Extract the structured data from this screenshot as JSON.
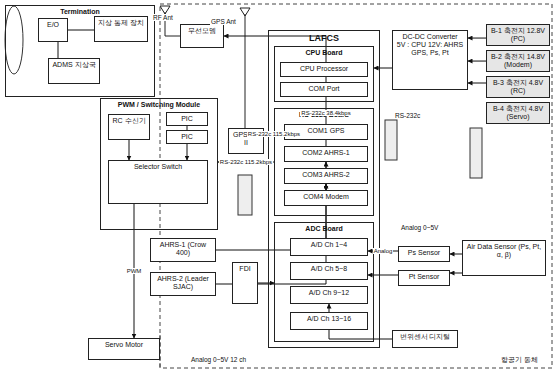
{
  "diagram": {
    "nodes": [
      {
        "text": [
          "Termination"
        ]
      },
      {
        "text": [
          "E/O"
        ],
        "in": 0
      },
      {
        "text": [
          "지상 통제 장치"
        ],
        "in": 0
      },
      {
        "text": [
          "ADMS 지상국"
        ],
        "in": 0
      },
      {
        "text": [
          "무선모뎀"
        ]
      },
      {
        "text": [
          "GPS SS II"
        ]
      },
      {
        "text": [
          "LAFCS"
        ]
      },
      {
        "text": [
          "CPU Board"
        ],
        "in": 6
      },
      {
        "text": [
          "CPU Processor"
        ],
        "in": 7
      },
      {
        "text": [
          "COM Port"
        ],
        "in": 7
      },
      {
        "text": [
          "RS-232c Board"
        ],
        "in": 6
      },
      {
        "text": [
          "COM1 GPS"
        ],
        "in": 10
      },
      {
        "text": [
          "COM2 AHRS-1"
        ],
        "in": 10
      },
      {
        "text": [
          "COM3 AHRS-2"
        ],
        "in": 10
      },
      {
        "text": [
          "COM4 Modem"
        ],
        "in": 10
      },
      {
        "text": [
          "ADC Board"
        ],
        "in": 6
      },
      {
        "text": [
          "A/D Ch 1~4"
        ],
        "in": 15
      },
      {
        "text": [
          "A/D Ch 5~8"
        ],
        "in": 15
      },
      {
        "text": [
          "A/D Ch 9~12"
        ],
        "in": 15
      },
      {
        "text": [
          "A/D Ch 13~16"
        ],
        "in": 15
      },
      {
        "text": [
          "DC-DC Converter",
          "5V : CPU 12V: AHRS GPS, Ps, Pt"
        ]
      },
      {
        "text": [
          "B-1 축전지 12.8V (PC)"
        ]
      },
      {
        "text": [
          "B-2 축전지 14.8V (Modem)"
        ]
      },
      {
        "text": [
          "B-3 축전지 4.8V (RC)"
        ]
      },
      {
        "text": [
          "B-4 축전지 4.8V (Servo)"
        ]
      },
      {
        "text": [
          "PWM / Switching Module"
        ]
      },
      {
        "text": [
          "RC 수신기"
        ],
        "in": 25
      },
      {
        "text": [
          "PIC"
        ],
        "in": 25
      },
      {
        "text": [
          "PIC"
        ],
        "in": 25
      },
      {
        "text": [
          "Selector Switch"
        ],
        "in": 25
      },
      {
        "text": [
          "AHRS-1 (Crow 400)"
        ]
      },
      {
        "text": [
          "AHRS-2 (Leader SJAC)"
        ]
      },
      {
        "text": [
          "FDI"
        ]
      },
      {
        "text": [
          "Servo Motor"
        ]
      },
      {
        "text": [
          "Ps Sensor"
        ]
      },
      {
        "text": [
          "Pt Sensor"
        ]
      },
      {
        "text": [
          "Air Data Sensor (Ps, Pt, α, β)"
        ]
      },
      {
        "text": [
          "변위센서 디지털"
        ]
      }
    ],
    "edges": [
      {
        "from": 1,
        "to": 2,
        "arrow": "none"
      },
      {
        "from": 1,
        "to": 3,
        "arrow": "none"
      },
      {
        "from": 4,
        "to": 14,
        "label": "RS-232c 38.4kbps",
        "arrow": "both"
      },
      {
        "from": 5,
        "to": 11,
        "label": "RS-232c 115.2kbps",
        "arrow": "to"
      },
      {
        "from": 30,
        "to": 12,
        "arrow": "to"
      },
      {
        "from": 31,
        "to": 13,
        "arrow": "to"
      },
      {
        "from": 20,
        "to": 7,
        "arrow": "to"
      },
      {
        "from": 21,
        "to": 20,
        "arrow": "to"
      },
      {
        "from": 22,
        "to": 20,
        "arrow": "to"
      },
      {
        "from": 23,
        "to": 20,
        "arrow": "to"
      },
      {
        "from": 36,
        "to": 34,
        "arrow": "to"
      },
      {
        "from": 36,
        "to": 35,
        "arrow": "to"
      },
      {
        "from": 34,
        "to": 16,
        "label": "Analog",
        "arrow": "to"
      },
      {
        "from": 35,
        "to": 17,
        "arrow": "to"
      },
      {
        "from": 26,
        "to": 29,
        "arrow": "to"
      },
      {
        "from": 27,
        "to": 29,
        "arrow": "to"
      },
      {
        "from": 29,
        "to": 33,
        "label": "PWM",
        "arrow": "to"
      },
      {
        "from": 10,
        "to": 25,
        "label": "RS-232c 115.2kbps",
        "arrow": "to"
      },
      {
        "from": 32,
        "to": 15,
        "arrow": "to"
      },
      {
        "from": 37,
        "to": 18,
        "arrow": "to"
      }
    ],
    "labels": [
      "RF Ant",
      "GPS Ant",
      "Analog 0~5V 12 ch",
      "항공기 동체",
      "Analog 0~5V",
      "RS-232c"
    ]
  }
}
